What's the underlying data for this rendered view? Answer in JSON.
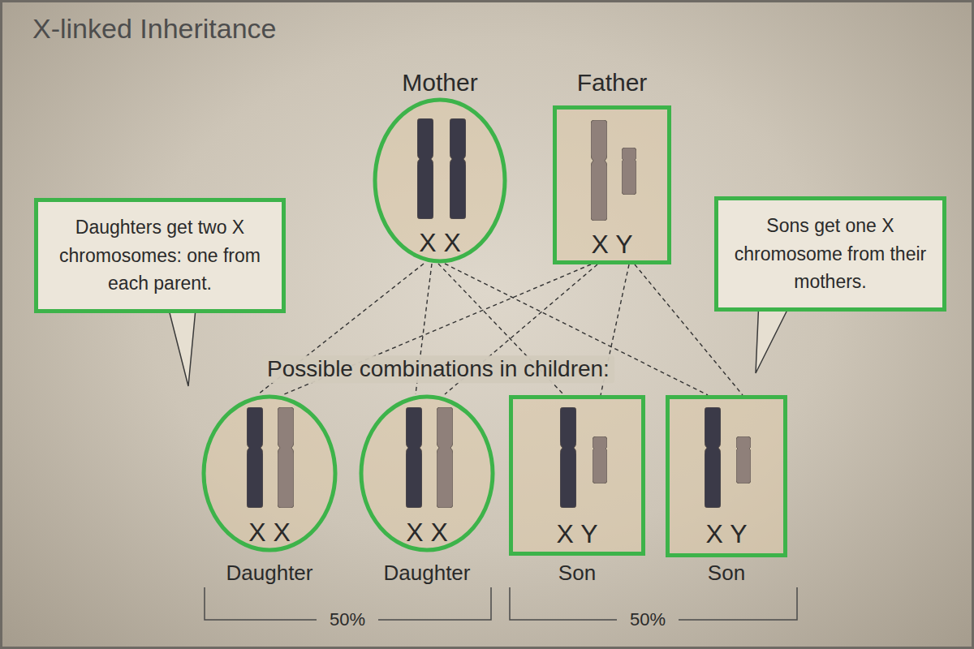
{
  "diagram": {
    "title": "X-linked Inheritance",
    "nodes": [
      {
        "text": [
          "Mother",
          "X X"
        ]
      },
      {
        "text": [
          "Father",
          "X Y"
        ]
      },
      {
        "text": [
          "Daughters get two X chromosomes: one from each parent."
        ]
      },
      {
        "text": [
          "Sons get one X chromosome from their mothers."
        ]
      },
      {
        "text": [
          "X X",
          "Daughter"
        ]
      },
      {
        "text": [
          "X X",
          "Daughter"
        ]
      },
      {
        "text": [
          "X Y",
          "Son"
        ]
      },
      {
        "text": [
          "X Y",
          "Son"
        ]
      }
    ],
    "edges": [
      {
        "from": 0,
        "to": 4,
        "arrow": "none"
      },
      {
        "from": 0,
        "to": 5,
        "arrow": "none"
      },
      {
        "from": 0,
        "to": 6,
        "arrow": "none"
      },
      {
        "from": 0,
        "to": 7,
        "arrow": "none"
      },
      {
        "from": 1,
        "to": 4,
        "arrow": "none"
      },
      {
        "from": 1,
        "to": 5,
        "arrow": "none"
      },
      {
        "from": 1,
        "to": 6,
        "arrow": "none"
      },
      {
        "from": 1,
        "to": 7,
        "arrow": "none"
      }
    ],
    "labels": [
      "Possible combinations in children:",
      "50%",
      "50%"
    ]
  }
}
